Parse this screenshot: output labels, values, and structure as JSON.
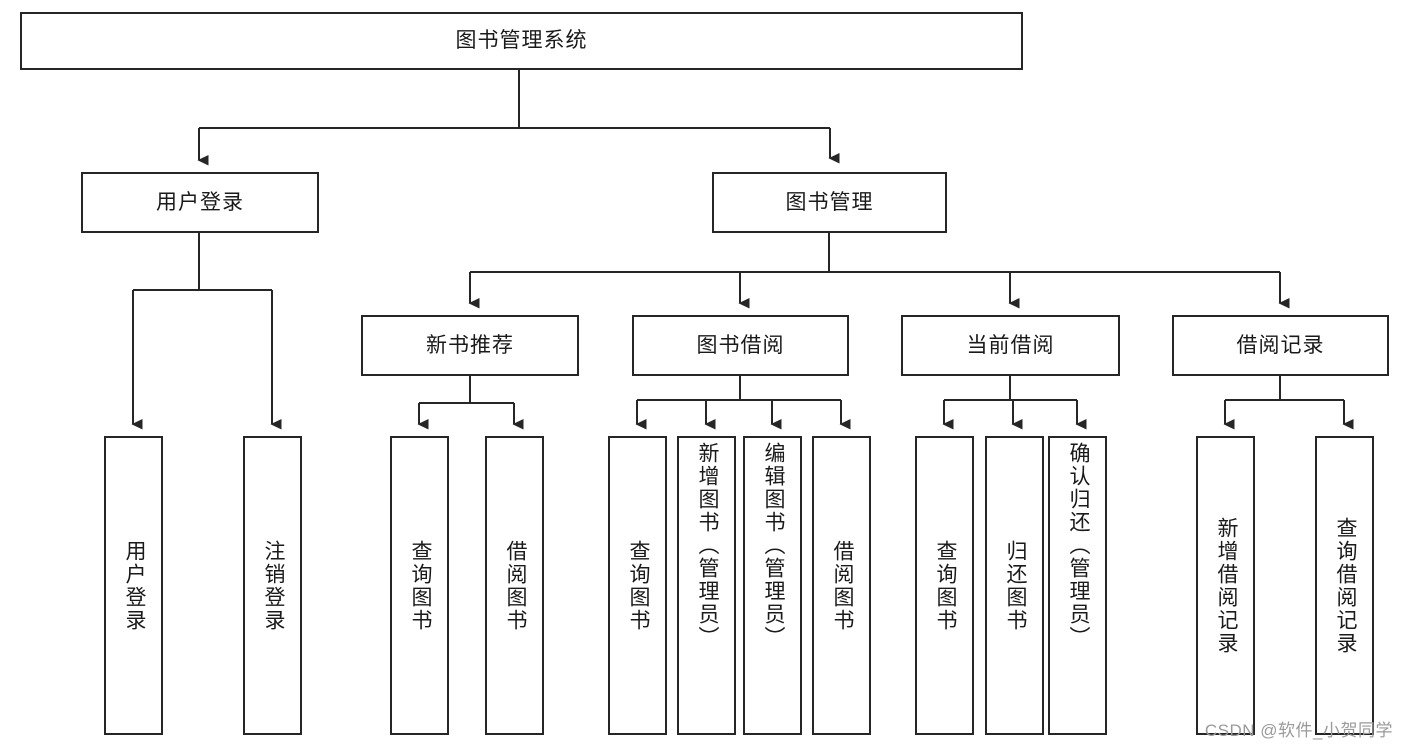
{
  "diagram": {
    "title": "图书管理系统",
    "type": "tree-hierarchy",
    "colors": {
      "border": "#262626",
      "background": "#ffffff",
      "text": "#1a1a1a",
      "watermark": "#9a9a9a"
    },
    "nodes": {
      "root": {
        "label": "图书管理系统"
      },
      "level1": [
        {
          "id": "user-login",
          "label": "用户登录"
        },
        {
          "id": "book-management",
          "label": "图书管理"
        }
      ],
      "level2": [
        {
          "id": "new-book-recommend",
          "label": "新书推荐"
        },
        {
          "id": "book-borrow",
          "label": "图书借阅"
        },
        {
          "id": "current-borrow",
          "label": "当前借阅"
        },
        {
          "id": "borrow-record",
          "label": "借阅记录"
        }
      ],
      "leaves": {
        "user_login": [
          {
            "id": "leaf-user-login",
            "label": "用户登录"
          },
          {
            "id": "leaf-logout-login",
            "label": "注销登录"
          }
        ],
        "new_book_recommend": [
          {
            "id": "leaf-query-book-1",
            "label": "查询图书"
          },
          {
            "id": "leaf-borrow-book-1",
            "label": "借阅图书"
          }
        ],
        "book_borrow": [
          {
            "id": "leaf-query-book-2",
            "label": "查询图书"
          },
          {
            "id": "leaf-add-book",
            "label": "新增图书（管理员）"
          },
          {
            "id": "leaf-edit-book",
            "label": "编辑图书（管理员）"
          },
          {
            "id": "leaf-borrow-book-2",
            "label": "借阅图书"
          }
        ],
        "current_borrow": [
          {
            "id": "leaf-query-book-3",
            "label": "查询图书"
          },
          {
            "id": "leaf-return-book",
            "label": "归还图书"
          },
          {
            "id": "leaf-confirm-return",
            "label": "确认归还（管理员）"
          }
        ],
        "borrow_record": [
          {
            "id": "leaf-add-record",
            "label": "新增借阅记录"
          },
          {
            "id": "leaf-query-record",
            "label": "查询借阅记录"
          }
        ]
      }
    },
    "watermark": "CSDN @软件_小贺同学"
  }
}
